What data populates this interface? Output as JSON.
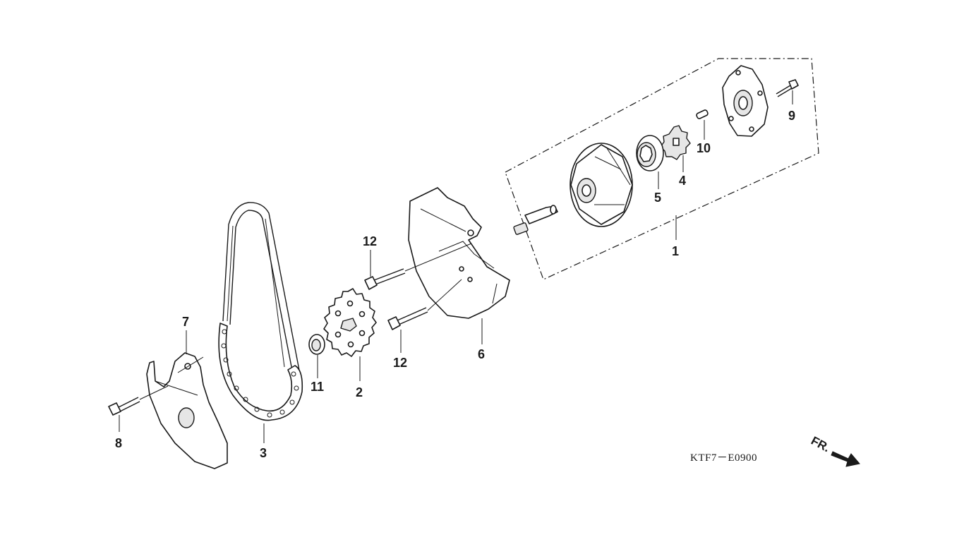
{
  "diagram": {
    "code": "KTF7－E0900",
    "direction_label": "FR.",
    "callouts": {
      "c1": "1",
      "c2": "2",
      "c3": "3",
      "c4": "4",
      "c5": "5",
      "c6": "6",
      "c7": "7",
      "c8": "8",
      "c9": "9",
      "c10": "10",
      "c11": "11",
      "c12a": "12",
      "c12b": "12"
    }
  }
}
